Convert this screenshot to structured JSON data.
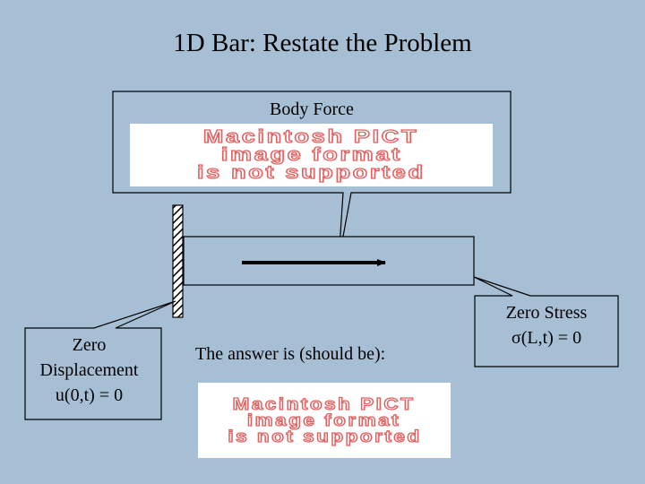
{
  "title": "1D Bar: Restate the Problem",
  "body_force_callout": {
    "label": "Body Force"
  },
  "pict_placeholder_top": {
    "lines": [
      "Macintosh PICT",
      "image format",
      "is not supported"
    ]
  },
  "zero_displacement_callout": {
    "line1": "Zero",
    "line2": "Displacement",
    "line3": "u(0,t) = 0"
  },
  "answer": {
    "text": "The answer is (should be):"
  },
  "pict_placeholder_bottom": {
    "lines": [
      "Macintosh PICT",
      "image format",
      "is not supported"
    ]
  },
  "zero_stress_callout": {
    "line1": "Zero Stress",
    "line2": "σ(L,t) = 0"
  },
  "colors": {
    "background": "#a7bfd4",
    "placeholder_text": "#e06060"
  }
}
